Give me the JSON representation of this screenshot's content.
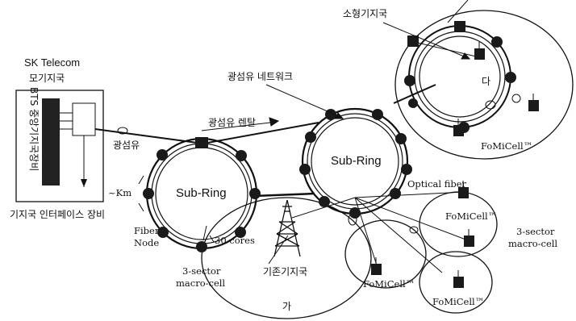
{
  "hq": {
    "title_line1": "SK Telecom",
    "title_line2": "모기지국",
    "rack_label": "BTS 중앙기지국장비"
  },
  "labels": {
    "small_cell_station": "소형기지국",
    "fiber_network": "광섬유 네트워크",
    "fiber_rental": "광섬유 렌탈",
    "fiber": "광섬유",
    "interface_equipment": "기지국 인터페이스 장비",
    "distance": "~Km",
    "fiber_node_1": "Fiber",
    "fiber_node_2": "Node",
    "cores": "30 cores",
    "optical_fiber": "Optical fiber",
    "existing_station": "기존기지국",
    "sector_left_1": "3-sector",
    "sector_left_2": "macro-cell",
    "sector_right_1": "3-sector",
    "sector_right_2": "macro-cell"
  },
  "rings": {
    "left": "Sub-Ring",
    "center": "Sub-Ring"
  },
  "cells": {
    "fomicell_top": "FoMiCell™",
    "fomicell_mid": "FoMiCell™",
    "fomicell_bottom_left": "FoMiCell™",
    "fomicell_bottom_right": "FoMiCell™"
  },
  "zones": {
    "ga": "가",
    "da": "다"
  }
}
